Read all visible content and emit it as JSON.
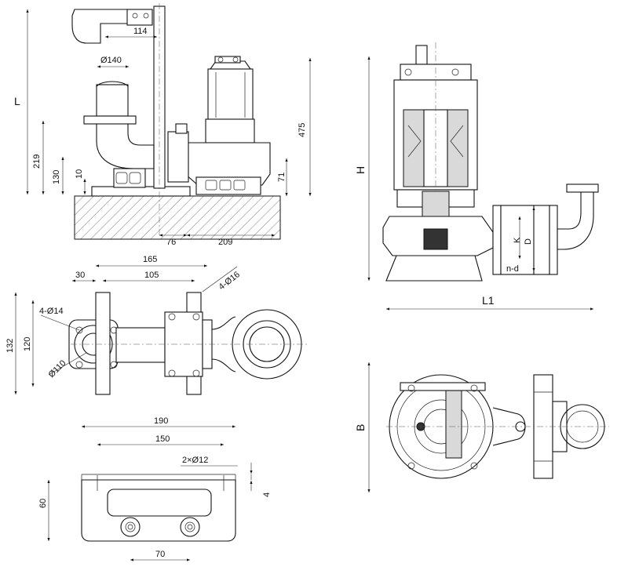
{
  "dimensions": {
    "d114": "114",
    "phi140": "Ø140",
    "L": "L",
    "d219": "219",
    "d130": "130",
    "d10": "10",
    "d475": "475",
    "d71": "71",
    "d76": "76",
    "d209": "209",
    "d165": "165",
    "d30": "30",
    "d105": "105",
    "holes4phi16": "4-Ø16",
    "holes4phi14": "4-Ø14",
    "d132": "132",
    "d120": "120",
    "phi110": "Ø110",
    "d190": "190",
    "d150": "150",
    "holes2phi12": "2×Ø12",
    "d60": "60",
    "d4": "4",
    "d70": "70",
    "H": "H",
    "K": "K",
    "D": "D",
    "nd": "n-d",
    "L1": "L1",
    "B": "B"
  }
}
